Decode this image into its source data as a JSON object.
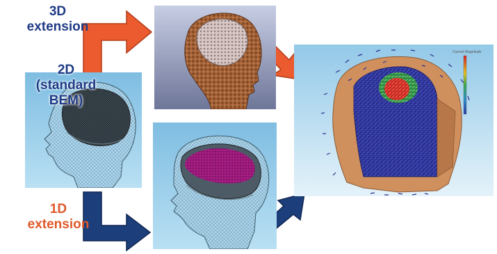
{
  "labels": {
    "ext3d_line1": "3D",
    "ext3d_line2": "extension",
    "bem_line1": "2D",
    "bem_line2": "(standard",
    "bem_line3": "BEM)",
    "ext1d_line1": "1D",
    "ext1d_line2": "extension"
  },
  "colorbar": {
    "title": "Current Magnitude"
  },
  "colors": {
    "label_blue": "#1f3b86",
    "label_orange": "#e0582a",
    "arrow_orange": "#ec5a2f",
    "arrow_blue": "#1c3f7c",
    "skin": "#d0905e",
    "mesh_blue": "#a9d6ee",
    "bg_blue": "#8fc4e4",
    "field_blue": "#2a3aa8",
    "field_red": "#d62020",
    "field_green": "#3aa84a"
  }
}
